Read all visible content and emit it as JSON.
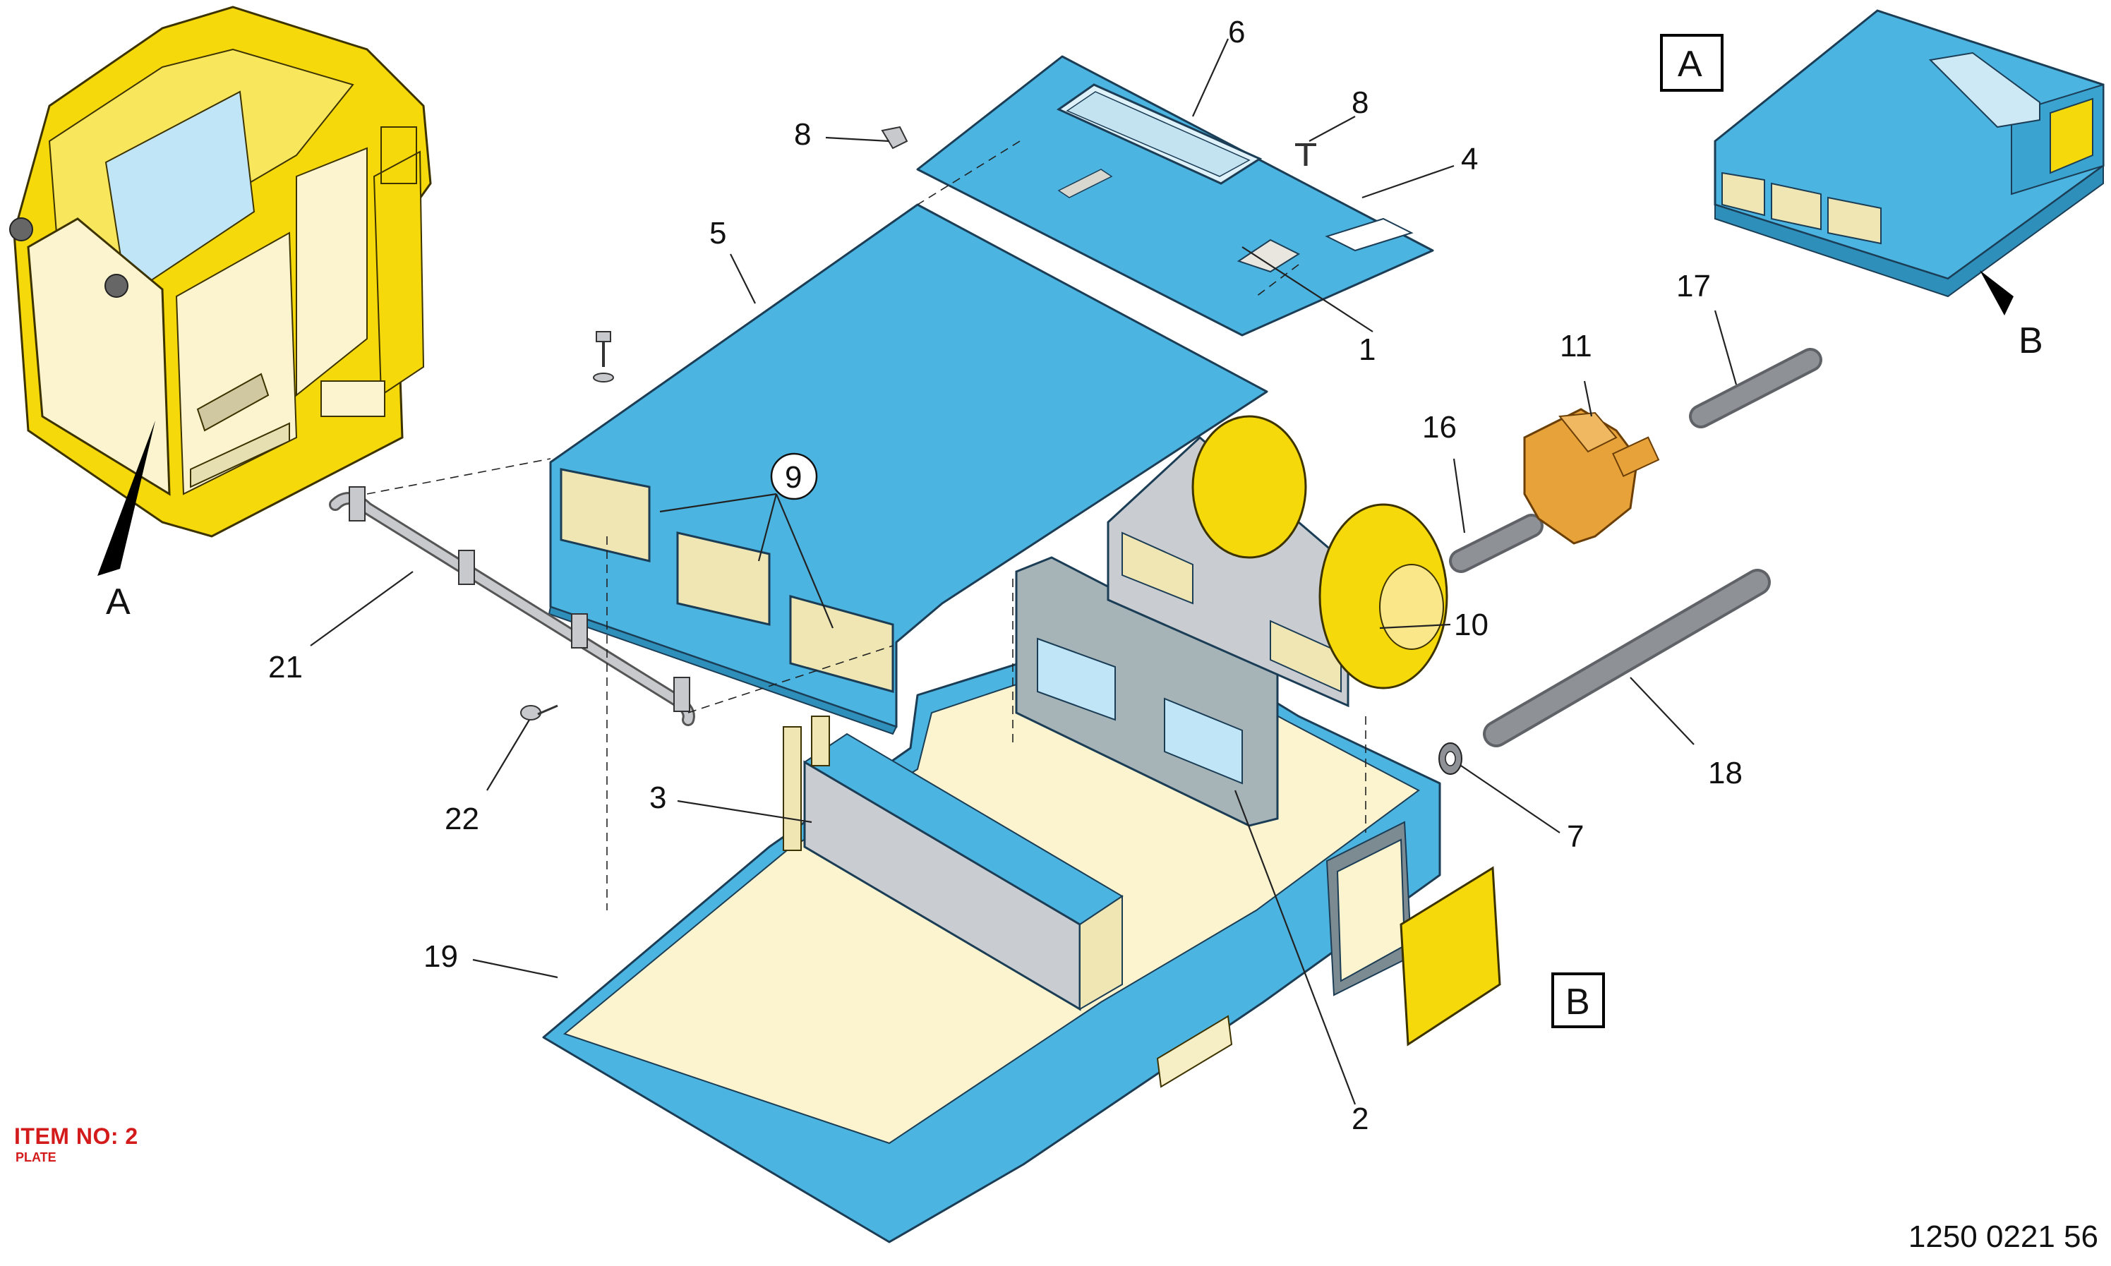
{
  "callouts": [
    {
      "id": "c1",
      "label": "1"
    },
    {
      "id": "c2",
      "label": "2"
    },
    {
      "id": "c3",
      "label": "3"
    },
    {
      "id": "c4",
      "label": "4"
    },
    {
      "id": "c5",
      "label": "5"
    },
    {
      "id": "c6",
      "label": "6"
    },
    {
      "id": "c7",
      "label": "7"
    },
    {
      "id": "c8a",
      "label": "8"
    },
    {
      "id": "c8b",
      "label": "8"
    },
    {
      "id": "c9",
      "label": "9"
    },
    {
      "id": "c10",
      "label": "10"
    },
    {
      "id": "c11",
      "label": "11"
    },
    {
      "id": "c16",
      "label": "16"
    },
    {
      "id": "c17",
      "label": "17"
    },
    {
      "id": "c18",
      "label": "18"
    },
    {
      "id": "c19",
      "label": "19"
    },
    {
      "id": "c21",
      "label": "21"
    },
    {
      "id": "c22",
      "label": "22"
    }
  ],
  "views": {
    "view_a_box": "A",
    "view_b_box": "B",
    "arrow_a": "A",
    "arrow_b": "B"
  },
  "item": {
    "title": "ITEM NO: 2",
    "subtitle": "PLATE"
  },
  "drawing_number": "1250 0221 56",
  "colors": {
    "cab_yellow": "#f5d90a",
    "housing_blue": "#4bb4e0",
    "interior_cream": "#fbf4cf",
    "grille_cream": "#efe6b4",
    "hose_grey": "#8e9196",
    "filter_grey": "#c9cdd1",
    "valve_orange": "#e8a23a",
    "item_red": "#d41b1b"
  }
}
